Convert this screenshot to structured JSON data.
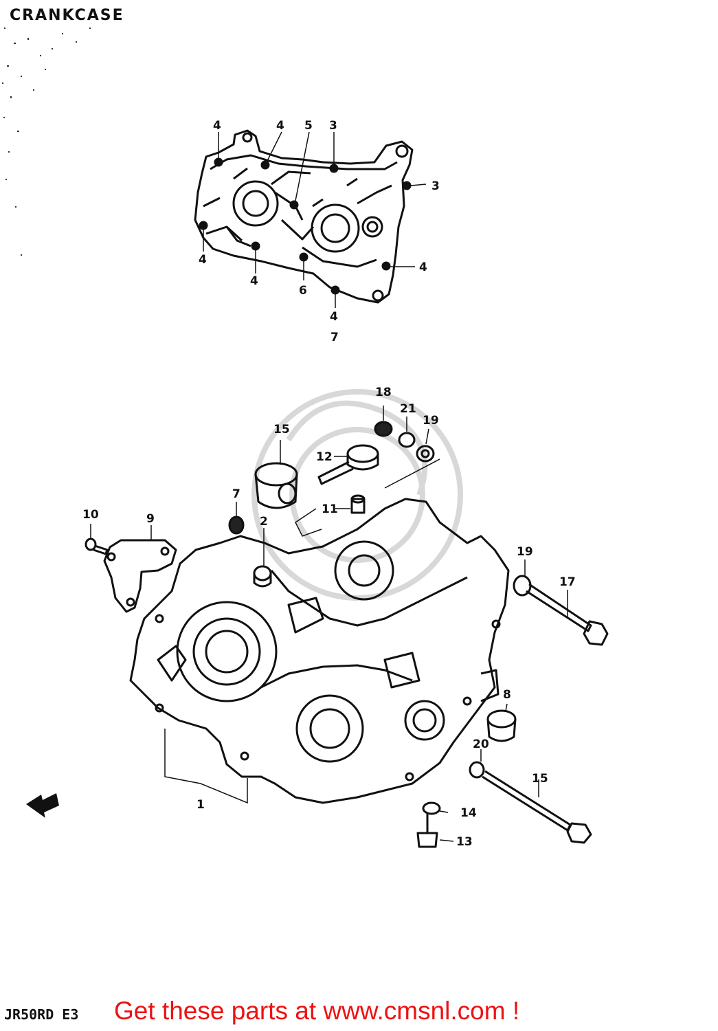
{
  "header": {
    "title": "CRANKCASE"
  },
  "footer": {
    "model_code": "JR50RD E3",
    "promo_text": "Get these parts at www.cmsnl.com !"
  },
  "callouts": {
    "c_top_4a": "4",
    "c_top_4b": "4",
    "c_top_5": "5",
    "c_top_3a": "3",
    "c_top_3b": "3",
    "c_top_4c": "4",
    "c_top_4d": "4",
    "c_top_6": "6",
    "c_top_4e": "4",
    "c_top_4f": "4",
    "c_top_7": "7",
    "c_18": "18",
    "c_21": "21",
    "c_19a": "19",
    "c_15a": "15",
    "c_12": "12",
    "c_11": "11",
    "c_7": "7",
    "c_2": "2",
    "c_10": "10",
    "c_9": "9",
    "c_19b": "19",
    "c_17": "17",
    "c_8": "8",
    "c_20": "20",
    "c_15b": "15",
    "c_1": "1",
    "c_14": "14",
    "c_13": "13"
  },
  "colors": {
    "line": "#111111",
    "promo": "#ee1111",
    "watermark": "#d8d8d8"
  }
}
